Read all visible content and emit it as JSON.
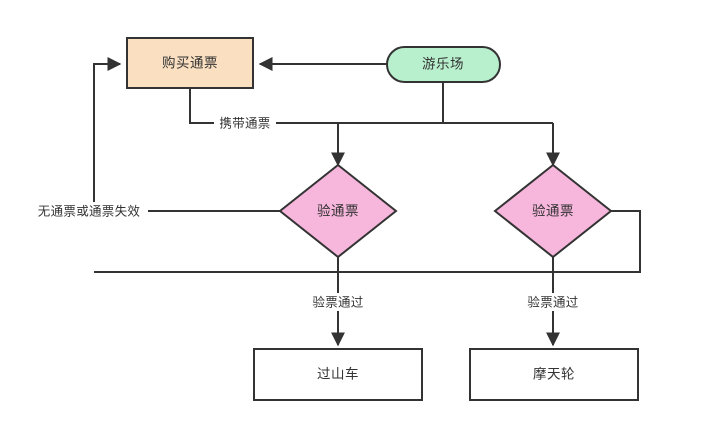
{
  "diagram": {
    "type": "flowchart",
    "title": "",
    "background_color": "#ffffff",
    "nodes": [
      {
        "id": "buy-pass",
        "label": "购买通票",
        "shape": "rectangle",
        "fill": "#fadfc0",
        "stroke": "#333333"
      },
      {
        "id": "amusement-park",
        "label": "游乐场",
        "shape": "rounded-rectangle",
        "fill": "#b8f0ce",
        "stroke": "#333333"
      },
      {
        "id": "check-pass-left",
        "label": "验通票",
        "shape": "diamond",
        "fill": "#f7b6dc",
        "stroke": "#333333"
      },
      {
        "id": "check-pass-right",
        "label": "验通票",
        "shape": "diamond",
        "fill": "#f7b6dc",
        "stroke": "#333333"
      },
      {
        "id": "roller-coaster",
        "label": "过山车",
        "shape": "rectangle",
        "fill": "#ffffff",
        "stroke": "#333333"
      },
      {
        "id": "ferris-wheel",
        "label": "摩天轮",
        "shape": "rectangle",
        "fill": "#ffffff",
        "stroke": "#333333"
      }
    ],
    "edges": [
      {
        "id": "carry-pass",
        "label": "携带通票",
        "from": "buy-pass",
        "to": "check-pass-left"
      },
      {
        "id": "no-pass-invalid",
        "label": "无通票或通票失效",
        "from": "check-pass-left",
        "to": "buy-pass"
      },
      {
        "id": "pass-ok-left",
        "label": "验票通过",
        "from": "check-pass-left",
        "to": "roller-coaster"
      },
      {
        "id": "pass-ok-right",
        "label": "验票通过",
        "from": "check-pass-right",
        "to": "ferris-wheel"
      },
      {
        "id": "park-to-buy",
        "label": "",
        "from": "amusement-park",
        "to": "buy-pass"
      },
      {
        "id": "park-to-check-right",
        "label": "",
        "from": "amusement-park",
        "to": "check-pass-right"
      },
      {
        "id": "right-reject-return",
        "label": "",
        "from": "check-pass-right",
        "to": "buy-pass"
      }
    ]
  }
}
